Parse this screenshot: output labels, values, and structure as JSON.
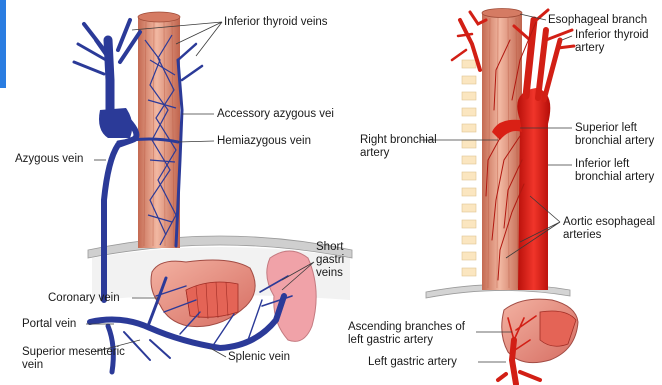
{
  "colors": {
    "vein": "#2b3a98",
    "artery": "#d21f15",
    "esophagus": "#e8a48c",
    "stomach": "#e88f86",
    "spleen": "#f0a2a8",
    "accent": "#2a7de1"
  },
  "labels": {
    "inferior_thyroid_veins": "Inferior thyroid veins",
    "accessory_azygous_vein": "Accessory azygous vei",
    "hemiazygous_vein": "Hemiazygous vein",
    "azygous_vein": "Azygous vein",
    "short_gastric_veins": "Short\ngastri\nveins",
    "coronary_vein": "Coronary vein",
    "portal_vein": "Portal vein",
    "superior_mesenteric_vein": "Superior mesenteric\nvein",
    "splenic_vein": "Splenic vein",
    "esophageal_branch": "Esophageal branch",
    "inferior_thyroid_artery": "Inferior thyroid\nartery",
    "right_bronchial_artery": "Right bronchial\nartery",
    "superior_left_bronchial_artery": "Superior left\nbronchial artery",
    "inferior_left_bronchial_artery": "Inferior left\nbronchial artery",
    "aortic_esophageal_arteries": "Aortic esophageal\narteries",
    "ascending_branches_left_gastric": "Ascending branches of\nleft gastric artery",
    "left_gastric_artery": "Left gastric artery"
  }
}
